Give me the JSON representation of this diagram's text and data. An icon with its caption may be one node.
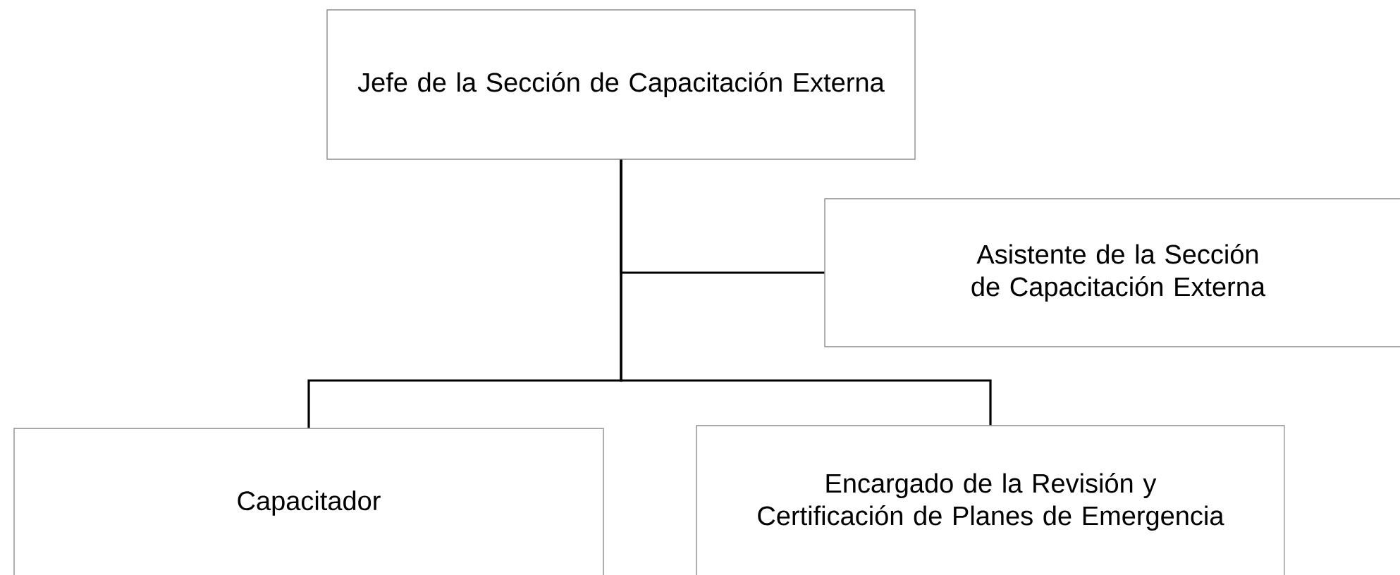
{
  "diagram": {
    "nodes": [
      {
        "text": [
          "Jefe de la Sección de Capacitación Externa"
        ]
      },
      {
        "text": [
          "Asistente de la Sección de Capacitación Externa"
        ]
      },
      {
        "text": [
          "Capacitador"
        ]
      },
      {
        "text": [
          "Encargado de la Revisión y Certificación de Planes de Emergencia"
        ]
      }
    ],
    "edges": [
      {
        "from": 0,
        "to": 1,
        "arrow": "none"
      },
      {
        "from": 0,
        "to": 2,
        "arrow": "none"
      },
      {
        "from": 0,
        "to": 3,
        "arrow": "none"
      }
    ]
  }
}
